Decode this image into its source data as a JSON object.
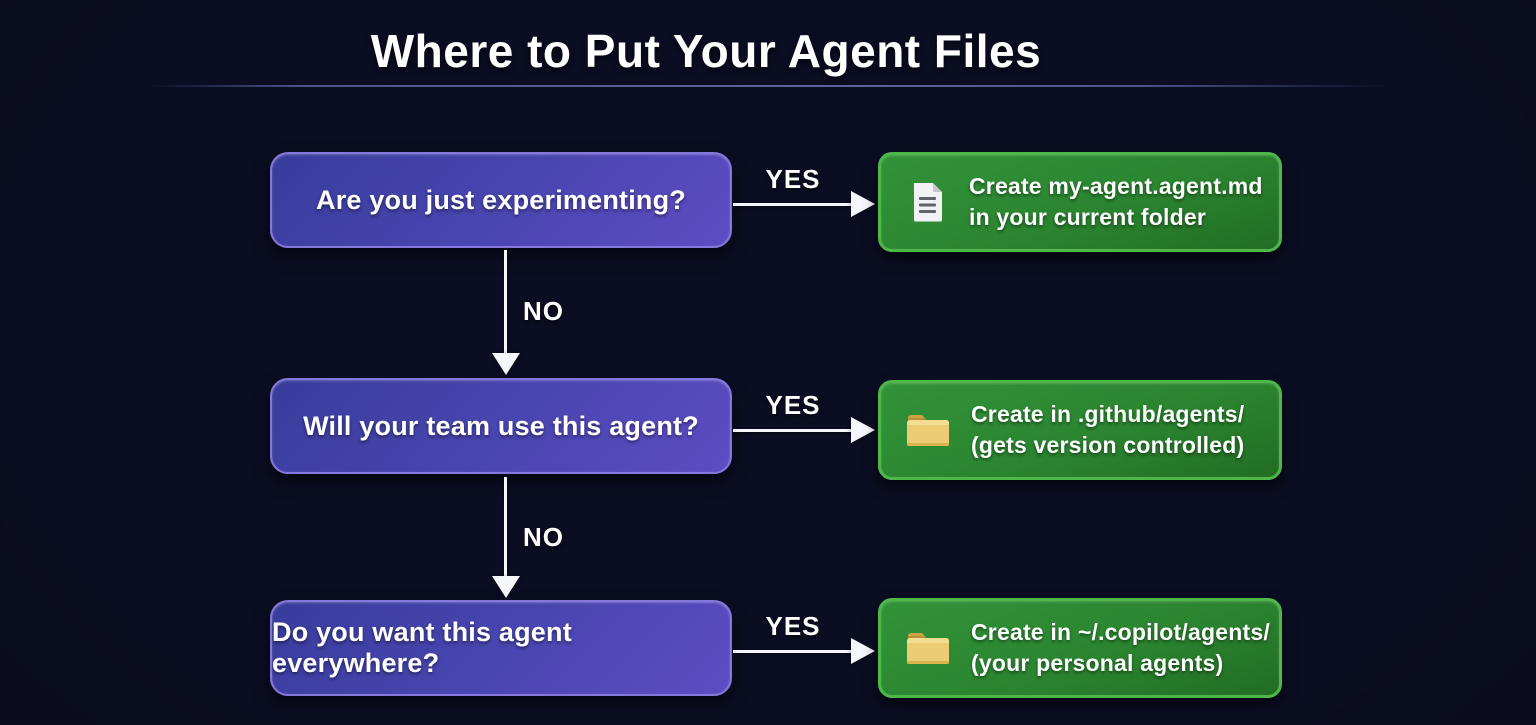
{
  "title": "Where to Put Your Agent Files",
  "labels": {
    "yes": "YES",
    "no": "NO"
  },
  "colors": {
    "background": "#12142f",
    "question_box_start": "#383c9b",
    "question_box_end": "#5e4cc3",
    "question_box_border": "#8478dd",
    "answer_box_fill": "#2b8530",
    "answer_box_border": "#4db748",
    "arrow": "#f4f6fb",
    "folder_icon": "#eccd75",
    "document_icon": "#f2f2f4"
  },
  "rows": [
    {
      "question": "Are you just experimenting?",
      "icon": "document-icon",
      "answer_line1": "Create my-agent.agent.md",
      "answer_line2": "in your current folder"
    },
    {
      "question": "Will your team use this agent?",
      "icon": "folder-icon",
      "answer_line1": "Create in .github/agents/",
      "answer_line2": "(gets version controlled)"
    },
    {
      "question": "Do you want this agent everywhere?",
      "icon": "folder-icon",
      "answer_line1": "Create in ~/.copilot/agents/",
      "answer_line2": "(your personal agents)"
    }
  ]
}
